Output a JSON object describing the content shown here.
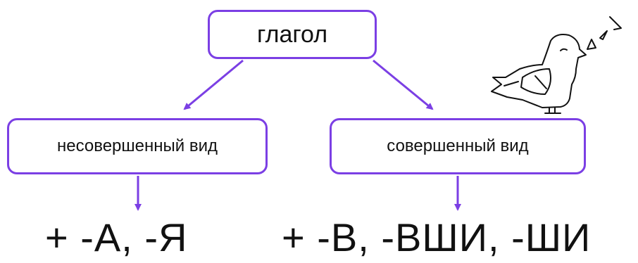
{
  "diagram": {
    "root": {
      "label": "глагол"
    },
    "branches": [
      {
        "label": "несовершенный вид",
        "suffix": "+ -А, -Я"
      },
      {
        "label": "совершенный вид",
        "suffix": "+ -В, -ВШИ, -ШИ"
      }
    ]
  },
  "colors": {
    "accent": "#7b3fe4",
    "text": "#111111",
    "background": "#ffffff"
  },
  "icons": {
    "bird": "singing-bird-icon",
    "notes": "music-notes-icon"
  }
}
